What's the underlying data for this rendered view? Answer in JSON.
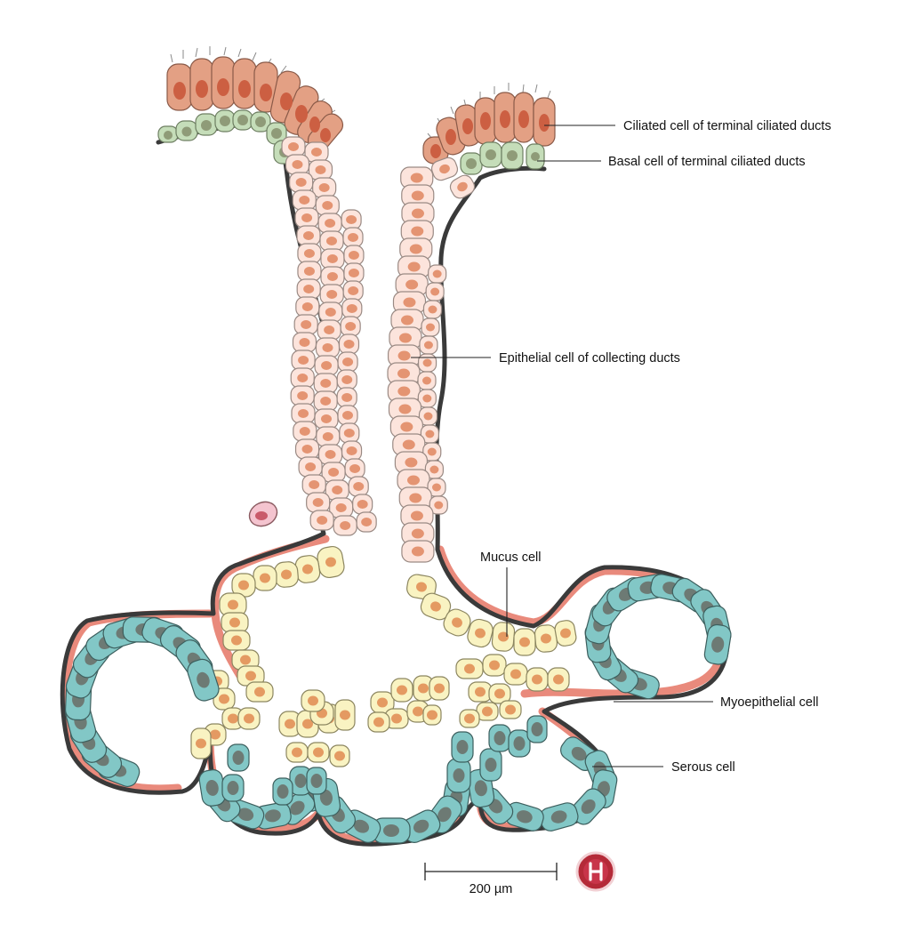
{
  "labels": {
    "ciliated": "Ciliated cell of terminal ciliated ducts",
    "basal": "Basal cell of terminal ciliated ducts",
    "epithelial": "Epithelial cell of collecting ducts",
    "mucus": "Mucus cell",
    "myoepithelial": "Myoepithelial cell",
    "serous": "Serous cell"
  },
  "scale_bar": {
    "label": "200 µm"
  },
  "logo": {
    "letter": "H"
  },
  "colors": {
    "ciliated": "#e3a084",
    "ciliated_nucleus": "#cc5f42",
    "basal": "#c5ddb9",
    "basal_nucleus": "#8f9b78",
    "epithelial": "#fce4dc",
    "epithelial_nucleus": "#e49472",
    "mucus": "#f9f3c2",
    "mucus_nucleus": "#e49a62",
    "serous": "#82c7c6",
    "serous_nucleus": "#6d7a74",
    "myoepithelial": "#e98a7c",
    "logo": "#b42a38"
  }
}
